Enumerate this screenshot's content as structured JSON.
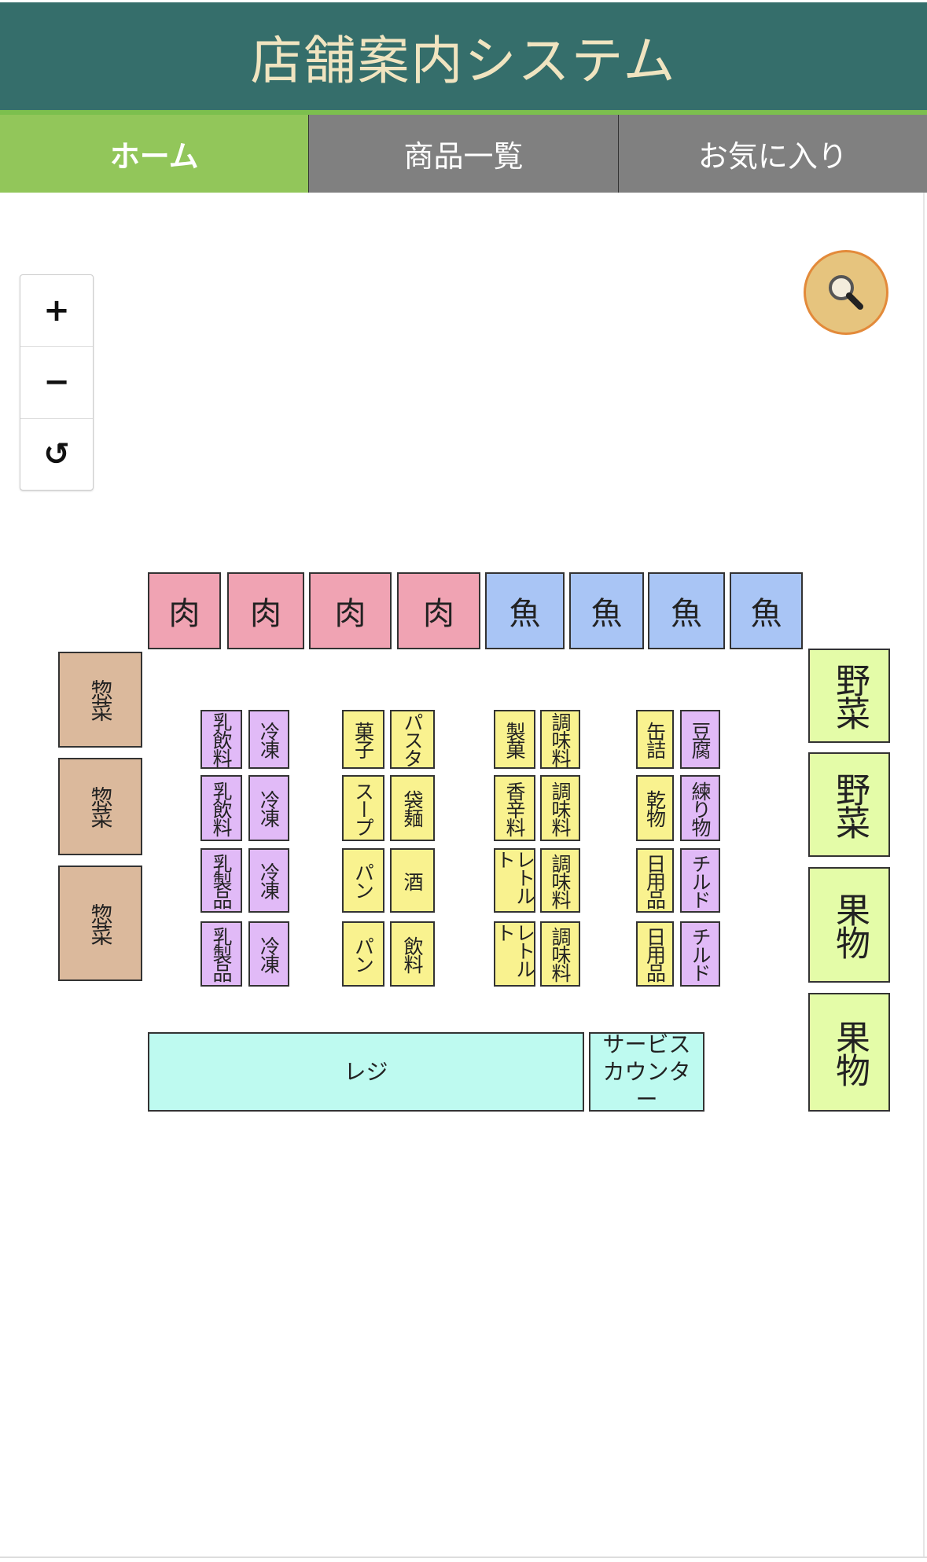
{
  "header": {
    "title": "店舗案内システム"
  },
  "tabs": [
    {
      "label": "ホーム",
      "active": true
    },
    {
      "label": "商品一覧",
      "active": false
    },
    {
      "label": "お気に入り",
      "active": false
    }
  ],
  "zoom_controls": {
    "zoom_in": "+",
    "zoom_out": "−",
    "reset": "↺"
  },
  "search_button": {
    "icon": "magnifier-icon"
  },
  "colors": {
    "header": "#356e6b",
    "title": "#f0e4c0",
    "active_tab": "#92c65a",
    "inactive_tab": "#808080",
    "meat": "#f0a3b3",
    "fish": "#a9c5f5",
    "sozai": "#dbb99c",
    "vegetable": "#e4fca8",
    "purple_shelf": "#e1baf7",
    "yellow_shelf": "#f9f28f",
    "counter": "#befaf0"
  },
  "map": {
    "blocks": [
      {
        "label": "肉",
        "category": "meat"
      },
      {
        "label": "肉",
        "category": "meat"
      },
      {
        "label": "肉",
        "category": "meat"
      },
      {
        "label": "肉",
        "category": "meat"
      },
      {
        "label": "魚",
        "category": "fish"
      },
      {
        "label": "魚",
        "category": "fish"
      },
      {
        "label": "魚",
        "category": "fish"
      },
      {
        "label": "魚",
        "category": "fish"
      },
      {
        "label": "惣菜",
        "category": "sozai"
      },
      {
        "label": "惣菜",
        "category": "sozai"
      },
      {
        "label": "惣菜",
        "category": "sozai"
      },
      {
        "label": "野菜",
        "category": "veg"
      },
      {
        "label": "野菜",
        "category": "veg"
      },
      {
        "label": "果物",
        "category": "veg"
      },
      {
        "label": "果物",
        "category": "veg"
      },
      {
        "label": "乳飲料",
        "category": "purple"
      },
      {
        "label": "冷凍",
        "category": "purple"
      },
      {
        "label": "乳飲料",
        "category": "purple"
      },
      {
        "label": "冷凍",
        "category": "purple"
      },
      {
        "label": "乳製品",
        "category": "purple"
      },
      {
        "label": "冷凍",
        "category": "purple"
      },
      {
        "label": "乳製品",
        "category": "purple"
      },
      {
        "label": "冷凍",
        "category": "purple"
      },
      {
        "label": "菓子",
        "category": "yellow"
      },
      {
        "label": "パスタ",
        "category": "yellow"
      },
      {
        "label": "スープ",
        "category": "yellow"
      },
      {
        "label": "袋麺",
        "category": "yellow"
      },
      {
        "label": "パン",
        "category": "yellow"
      },
      {
        "label": "酒",
        "category": "yellow"
      },
      {
        "label": "パン",
        "category": "yellow"
      },
      {
        "label": "飲料",
        "category": "yellow"
      },
      {
        "label": "製菓",
        "category": "yellow"
      },
      {
        "label": "調味料",
        "category": "yellow"
      },
      {
        "label": "香辛料",
        "category": "yellow"
      },
      {
        "label": "調味料",
        "category": "yellow"
      },
      {
        "label": "レトルト",
        "category": "yellow"
      },
      {
        "label": "調味料",
        "category": "yellow"
      },
      {
        "label": "レトルト",
        "category": "yellow"
      },
      {
        "label": "調味料",
        "category": "yellow"
      },
      {
        "label": "缶詰",
        "category": "yellow"
      },
      {
        "label": "豆腐",
        "category": "purple"
      },
      {
        "label": "乾物",
        "category": "yellow"
      },
      {
        "label": "練り物",
        "category": "purple"
      },
      {
        "label": "日用品",
        "category": "yellow"
      },
      {
        "label": "チルド",
        "category": "purple"
      },
      {
        "label": "日用品",
        "category": "yellow"
      },
      {
        "label": "チルド",
        "category": "purple"
      },
      {
        "label": "レジ",
        "category": "counter"
      },
      {
        "label": "サービス\nカウンター",
        "category": "counter"
      }
    ]
  }
}
